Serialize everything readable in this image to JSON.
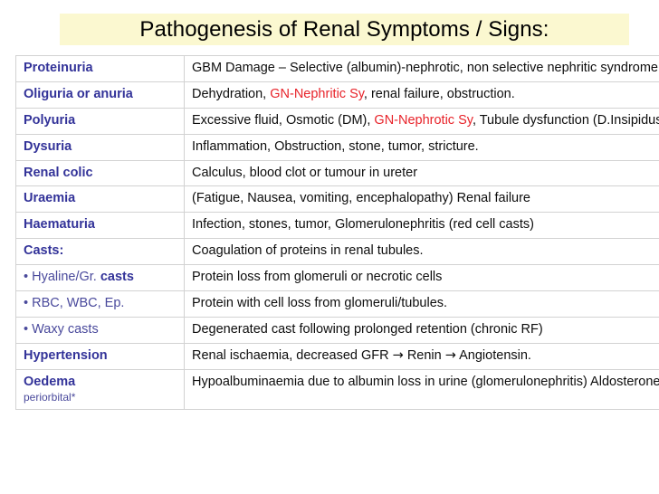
{
  "slide": {
    "title": "Pathogenesis of Renal Symptoms / Signs:",
    "title_background": "#fbf8d0",
    "term_color": "#333399",
    "highlight_color": "#e8232a",
    "body_color": "#0d0d0d"
  },
  "table": {
    "rows": [
      {
        "term": "Proteinuria",
        "term_style": "bold",
        "desc_parts": [
          {
            "text": "GBM Damage – Selective (albumin)-nephrotic, non selective nephritic syndrome.",
            "style": "normal"
          }
        ]
      },
      {
        "term": "Oliguria or anuria",
        "term_style": "bold",
        "desc_parts": [
          {
            "text": "Dehydration, ",
            "style": "normal"
          },
          {
            "text": "GN-Nephritic Sy",
            "style": "highlight"
          },
          {
            "text": ", renal failure, obstruction.",
            "style": "normal"
          }
        ]
      },
      {
        "term": "Polyuria",
        "term_style": "bold",
        "desc_parts": [
          {
            "text": "Excessive fluid, Osmotic (DM), ",
            "style": "normal"
          },
          {
            "text": "GN-Nephrotic Sy",
            "style": "highlight"
          },
          {
            "text": ", Tubule dysfunction (D.Insipidus)",
            "style": "normal"
          }
        ]
      },
      {
        "term": "Dysuria",
        "term_style": "bold",
        "desc_parts": [
          {
            "text": "Inflammation, Obstruction, stone, tumor, stricture.",
            "style": "normal"
          }
        ]
      },
      {
        "term": "Renal colic",
        "term_style": "bold",
        "desc_parts": [
          {
            "text": "Calculus, blood clot or tumour in ureter",
            "style": "normal"
          }
        ]
      },
      {
        "term": "Uraemia",
        "term_style": "bold",
        "desc_parts": [
          {
            "text": "(Fatigue, Nausea, vomiting, encephalopathy) Renal failure",
            "style": "normal"
          }
        ]
      },
      {
        "term": "Haematuria",
        "term_style": "bold",
        "desc_parts": [
          {
            "text": "Infection, stones, tumor, Glomerulonephritis (red cell casts)",
            "style": "normal"
          }
        ]
      },
      {
        "term": "Casts:",
        "term_style": "bold",
        "desc_parts": [
          {
            "text": "Coagulation of proteins in renal tubules.",
            "style": "normal"
          }
        ]
      },
      {
        "term": "• Hyaline/Gr. ",
        "term_suffix_bold": "casts",
        "term_style": "bullet",
        "desc_parts": [
          {
            "text": "Protein loss from glomeruli or necrotic cells",
            "style": "normal"
          }
        ]
      },
      {
        "term": "• RBC, WBC, Ep.",
        "term_style": "bullet",
        "desc_parts": [
          {
            "text": "Protein with cell loss from glomeruli/tubules.",
            "style": "normal"
          }
        ]
      },
      {
        "term": "• Waxy casts",
        "term_style": "bullet",
        "desc_parts": [
          {
            "text": "Degenerated cast following prolonged retention (chronic RF)",
            "style": "normal"
          }
        ]
      },
      {
        "term": "Hypertension",
        "term_style": "bold",
        "desc_parts": [
          {
            "text": "Renal ischaemia, decreased GFR ",
            "style": "normal"
          },
          {
            "text": "→",
            "style": "arrow"
          },
          {
            "text": " Renin ",
            "style": "normal"
          },
          {
            "text": "→",
            "style": "arrow"
          },
          {
            "text": " Angiotensin.",
            "style": "normal"
          }
        ]
      },
      {
        "term": "Oedema",
        "term_sub": "periorbital*",
        "term_style": "bold",
        "desc_parts": [
          {
            "text": "Hypoalbuminaemia due to albumin loss in urine (glomerulonephritis) Aldosterone.",
            "style": "normal"
          }
        ]
      }
    ]
  }
}
